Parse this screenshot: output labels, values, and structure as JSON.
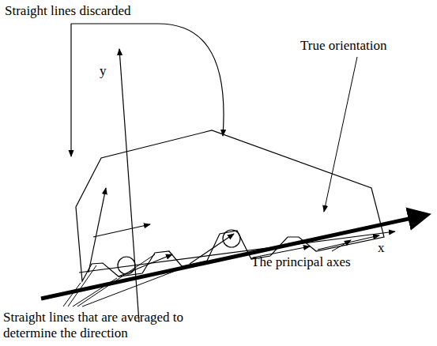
{
  "diagram": {
    "labels": [
      "Straight lines discarded",
      "True orientation",
      "y",
      "x",
      "The principal axes",
      "Straight lines that are averaged to determine the direction"
    ]
  }
}
